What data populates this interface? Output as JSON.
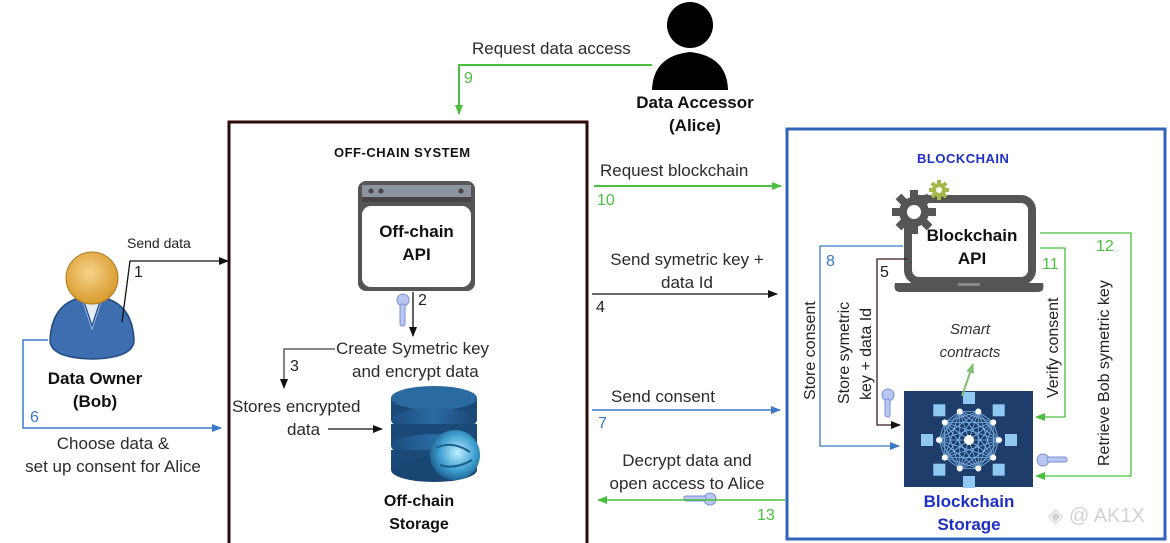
{
  "colors": {
    "green_flow": "#4bbf3f",
    "blue_flow": "#3a78c8",
    "black_flow": "#111111",
    "offchain_border": "#2a0a0a",
    "blockchain_border": "#2f64b8",
    "blockchain_title": "#1d2fc4",
    "storage_panel": "#1e3d6b",
    "device_gray": "#555555",
    "gear_green": "#a6b84a"
  },
  "actors": {
    "owner": {
      "icon": "person-icon",
      "name": "Data Owner",
      "alias": "(Bob)"
    },
    "accessor": {
      "icon": "person-silhouette-icon",
      "name": "Data Accessor",
      "alias": "(Alice)"
    }
  },
  "offchain": {
    "title": "OFF-CHAIN SYSTEM",
    "api": {
      "icon": "browser-window-icon",
      "line1": "Off-chain",
      "line2": "API"
    },
    "storage": {
      "icon": "database-globe-icon",
      "line1": "Off-chain",
      "line2": "Storage"
    },
    "create_key_l1": "Create Symetric key",
    "create_key_l2": "and encrypt data",
    "stores_l1": "Stores encrypted",
    "stores_l2": "data"
  },
  "blockchain": {
    "title": "BLOCKCHAIN",
    "api": {
      "icon": "laptop-gears-icon",
      "line1": "Blockchain",
      "line2": "API"
    },
    "storage": {
      "icon": "network-nodes-icon",
      "line1": "Blockchain",
      "line2": "Storage"
    },
    "smart_l1": "Smart",
    "smart_l2": "contracts",
    "store_consent": "Store consent",
    "store_key_l1": "Store symetric",
    "store_key_l2": "key + data Id",
    "verify_consent": "Verify consent",
    "retrieve_key": "Retrieve Bob symetric key"
  },
  "steps": {
    "s1": {
      "num": "1",
      "label": "Send data"
    },
    "s2": {
      "num": "2"
    },
    "s3": {
      "num": "3"
    },
    "s4": {
      "num": "4",
      "label_l1": "Send symetric key +",
      "label_l2": "data Id"
    },
    "s5": {
      "num": "5"
    },
    "s6": {
      "num": "6",
      "label_l1": "Choose data &",
      "label_l2": "set up consent for Alice"
    },
    "s7": {
      "num": "7",
      "label": "Send consent"
    },
    "s8": {
      "num": "8"
    },
    "s9": {
      "num": "9",
      "label": "Request data access"
    },
    "s10": {
      "num": "10",
      "label": "Request blockchain"
    },
    "s11": {
      "num": "11"
    },
    "s12": {
      "num": "12"
    },
    "s13": {
      "num": "13",
      "label_l1": "Decrypt data and",
      "label_l2": "open access to Alice"
    }
  },
  "watermark": "@ AK1X"
}
